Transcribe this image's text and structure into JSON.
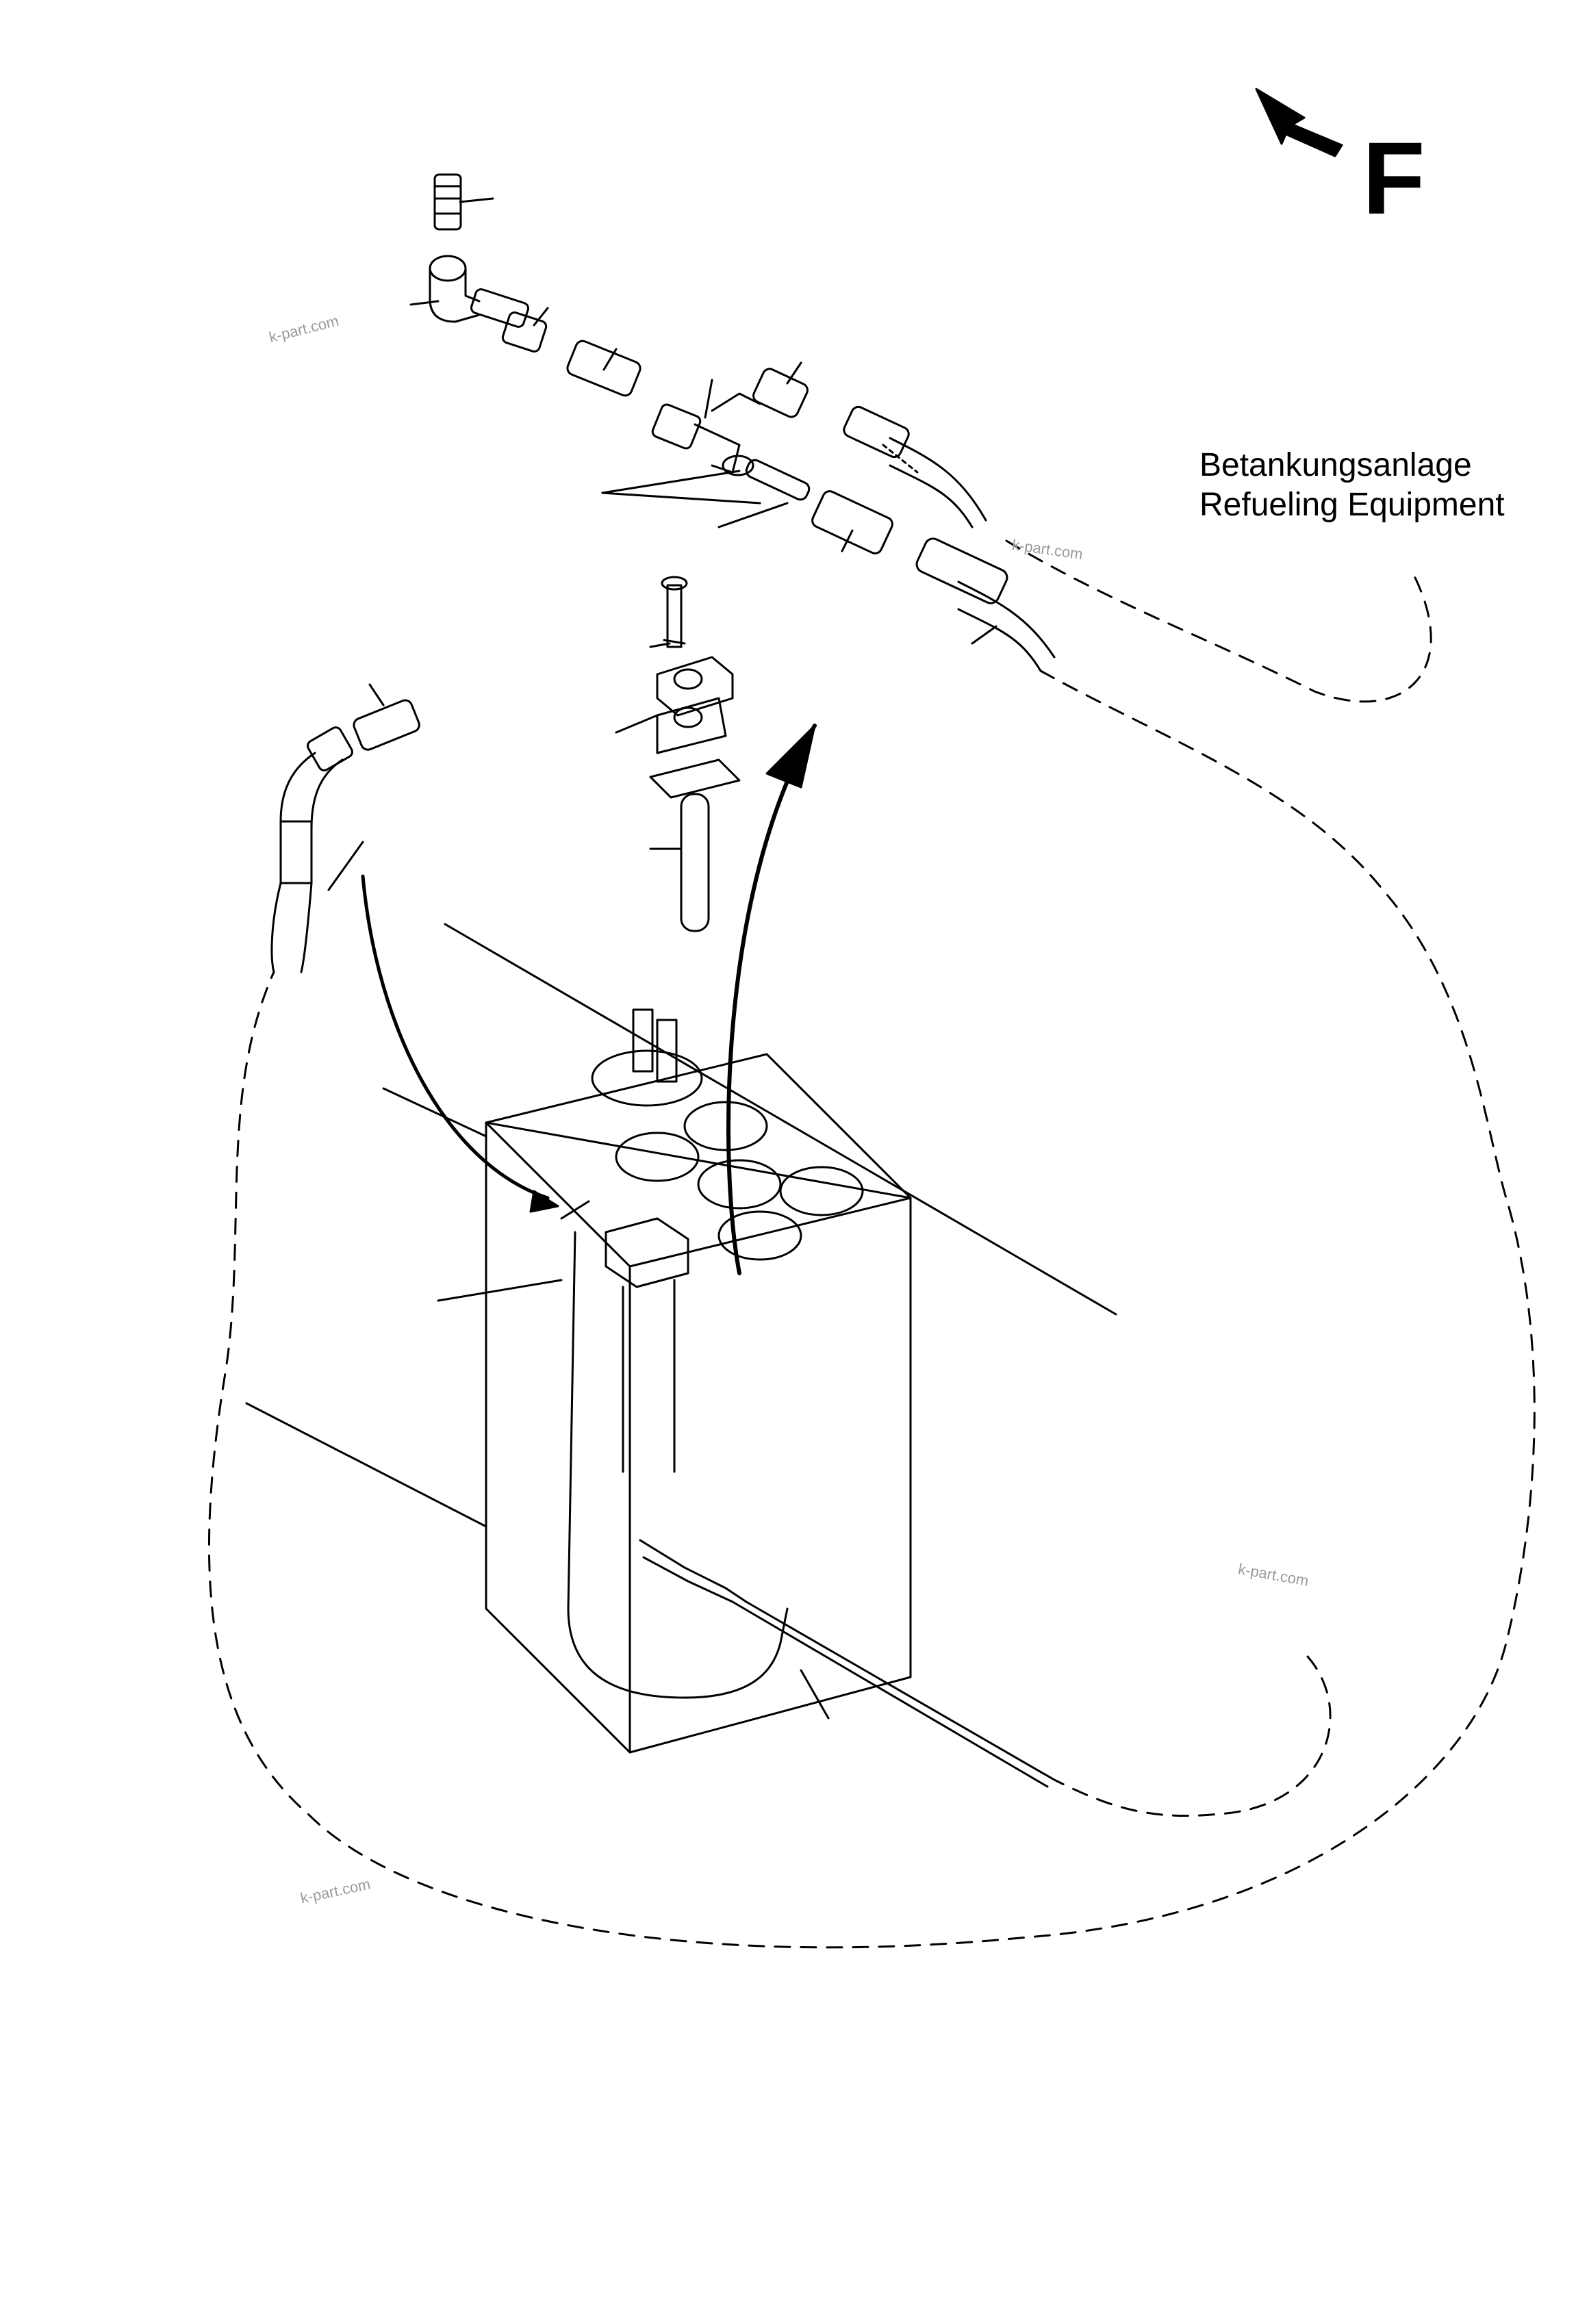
{
  "diagram": {
    "title_de": "Betankungsanlage",
    "title_en": "Refueling Equipment",
    "direction_label": "F",
    "watermark": "k-part.com",
    "line_color": "#000000",
    "watermark_color": "#9a9a9a"
  }
}
